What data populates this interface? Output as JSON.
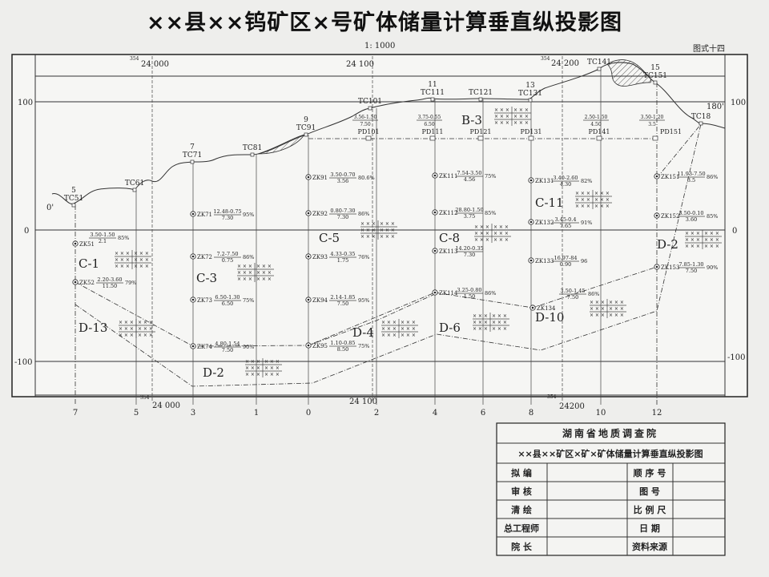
{
  "title": "××县××钨矿区×号矿体储量计算垂直纵投影图",
  "scale": "1: 1000",
  "figure_no": "图式十四",
  "elevation_labels": {
    "top": "100",
    "zero": "0",
    "bottom": "-100"
  },
  "azimuth_marks": {
    "start": "0'",
    "end": "180'"
  },
  "coord_labels": {
    "prefix": "354",
    "top": [
      "24 000",
      "24 100",
      "24 200"
    ],
    "bottom": [
      "24 000",
      "24 100",
      "24200"
    ]
  },
  "section_lines": [
    "7",
    "5",
    "3",
    "1",
    "0",
    "2",
    "4",
    "6",
    "8",
    "10",
    "12"
  ],
  "surface_points": [
    {
      "line": "5",
      "tc": "TC51"
    },
    {
      "line": "",
      "tc": "TC61"
    },
    {
      "line": "7",
      "tc": "TC71"
    },
    {
      "line": "",
      "tc": "TC81"
    },
    {
      "line": "9",
      "tc": "TC91"
    },
    {
      "line": "",
      "tc": "TC101"
    },
    {
      "line": "11",
      "tc": "TC111"
    },
    {
      "line": "",
      "tc": "TC121"
    },
    {
      "line": "13",
      "tc": "TC131"
    },
    {
      "line": "",
      "tc": "TC141"
    },
    {
      "line": "15",
      "tc": "TC151"
    },
    {
      "line": "",
      "tc": "TC18"
    }
  ],
  "adits": [
    {
      "id": "PD101",
      "num": "3.56-1.50",
      "den": "7.50"
    },
    {
      "id": "PD111",
      "num": "3.75-0.55",
      "den": "6.50"
    },
    {
      "id": "PD121",
      "num": "",
      "den": ""
    },
    {
      "id": "PD131",
      "num": "",
      "den": ""
    },
    {
      "id": "PD141",
      "num": "2.50-1.50",
      "den": "4.50"
    },
    {
      "id": "PD151",
      "num": "3.50-1.20",
      "den": "3.5"
    }
  ],
  "drillholes": [
    {
      "id": "ZK51",
      "num": "3.50-1.50",
      "den": "2.1",
      "grade": "85%"
    },
    {
      "id": "ZK52",
      "num": "2.20-3.60",
      "den": "11.50",
      "grade": "79%"
    },
    {
      "id": "ZK71",
      "num": "12.48-0.75",
      "den": "7.30",
      "grade": "95%"
    },
    {
      "id": "ZK72",
      "num": "7.2-7.50",
      "den": "0.75",
      "grade": "86%"
    },
    {
      "id": "ZK73",
      "num": "6.50-1.30",
      "den": "6.50",
      "grade": "75%"
    },
    {
      "id": "ZK74",
      "num": "4.80-1.54",
      "den": "7.50",
      "grade": "90%"
    },
    {
      "id": "ZK91",
      "num": "3.50-0.70",
      "den": "3.56",
      "grade": "80.6%"
    },
    {
      "id": "ZK92",
      "num": "0.80-7.30",
      "den": "7.30",
      "grade": "86%"
    },
    {
      "id": "ZK93",
      "num": "4.33-0.35",
      "den": "1.75",
      "grade": "76%"
    },
    {
      "id": "ZK94",
      "num": "2.14-1.85",
      "den": "7.50",
      "grade": "95%"
    },
    {
      "id": "ZK95",
      "num": "1.10-0.85",
      "den": "8.50",
      "grade": "75%"
    },
    {
      "id": "ZK111",
      "num": "7.54-3.50",
      "den": "4.56",
      "grade": "75%"
    },
    {
      "id": "ZK112",
      "num": "28.80-1.50",
      "den": "3.75",
      "grade": "85%"
    },
    {
      "id": "ZK113",
      "num": "14.20-0.35",
      "den": "7.30",
      "grade": ""
    },
    {
      "id": "ZK114",
      "num": "3.25-0.80",
      "den": "1.50",
      "grade": "86%"
    },
    {
      "id": "ZK131",
      "num": "3.40-2.60",
      "den": "4.30",
      "grade": "82%"
    },
    {
      "id": "ZK132",
      "num": "3.45-0.4",
      "den": "7.65",
      "grade": "91%"
    },
    {
      "id": "ZK133",
      "num": "16.97-84",
      "den": "0.90",
      "grade": "96"
    },
    {
      "id": "ZK134",
      "num": "3.50-1.45",
      "den": "7.50",
      "grade": "86%"
    },
    {
      "id": "ZK151",
      "num": "11.93-7.50",
      "den": "3.5",
      "grade": "86%"
    },
    {
      "id": "ZK152",
      "num": "3.50-0.10",
      "den": "3.60",
      "grade": "85%"
    },
    {
      "id": "ZK153",
      "num": "7.85-1.30",
      "den": "7.50",
      "grade": "90%"
    }
  ],
  "blocks": [
    "C-1",
    "C-3",
    "C-5",
    "C-8",
    "C-11",
    "B-3",
    "D-13",
    "D-2",
    "D-4",
    "D-6",
    "D-10",
    "D-2"
  ],
  "ore_symbol": "× × ×",
  "title_block": {
    "org": "湖南省地质调查院",
    "drawing_title": "××县××矿区×矿×矿体储量计算垂直纵投影图",
    "rows": [
      {
        "left": "拟 编",
        "right": "顺 序 号"
      },
      {
        "left": "审 核",
        "right": "图 号"
      },
      {
        "left": "清 绘",
        "right": "比 例 尺"
      },
      {
        "left": "总工程师",
        "right": "日 期"
      },
      {
        "left": "院 长",
        "right": "资料来源"
      }
    ]
  }
}
